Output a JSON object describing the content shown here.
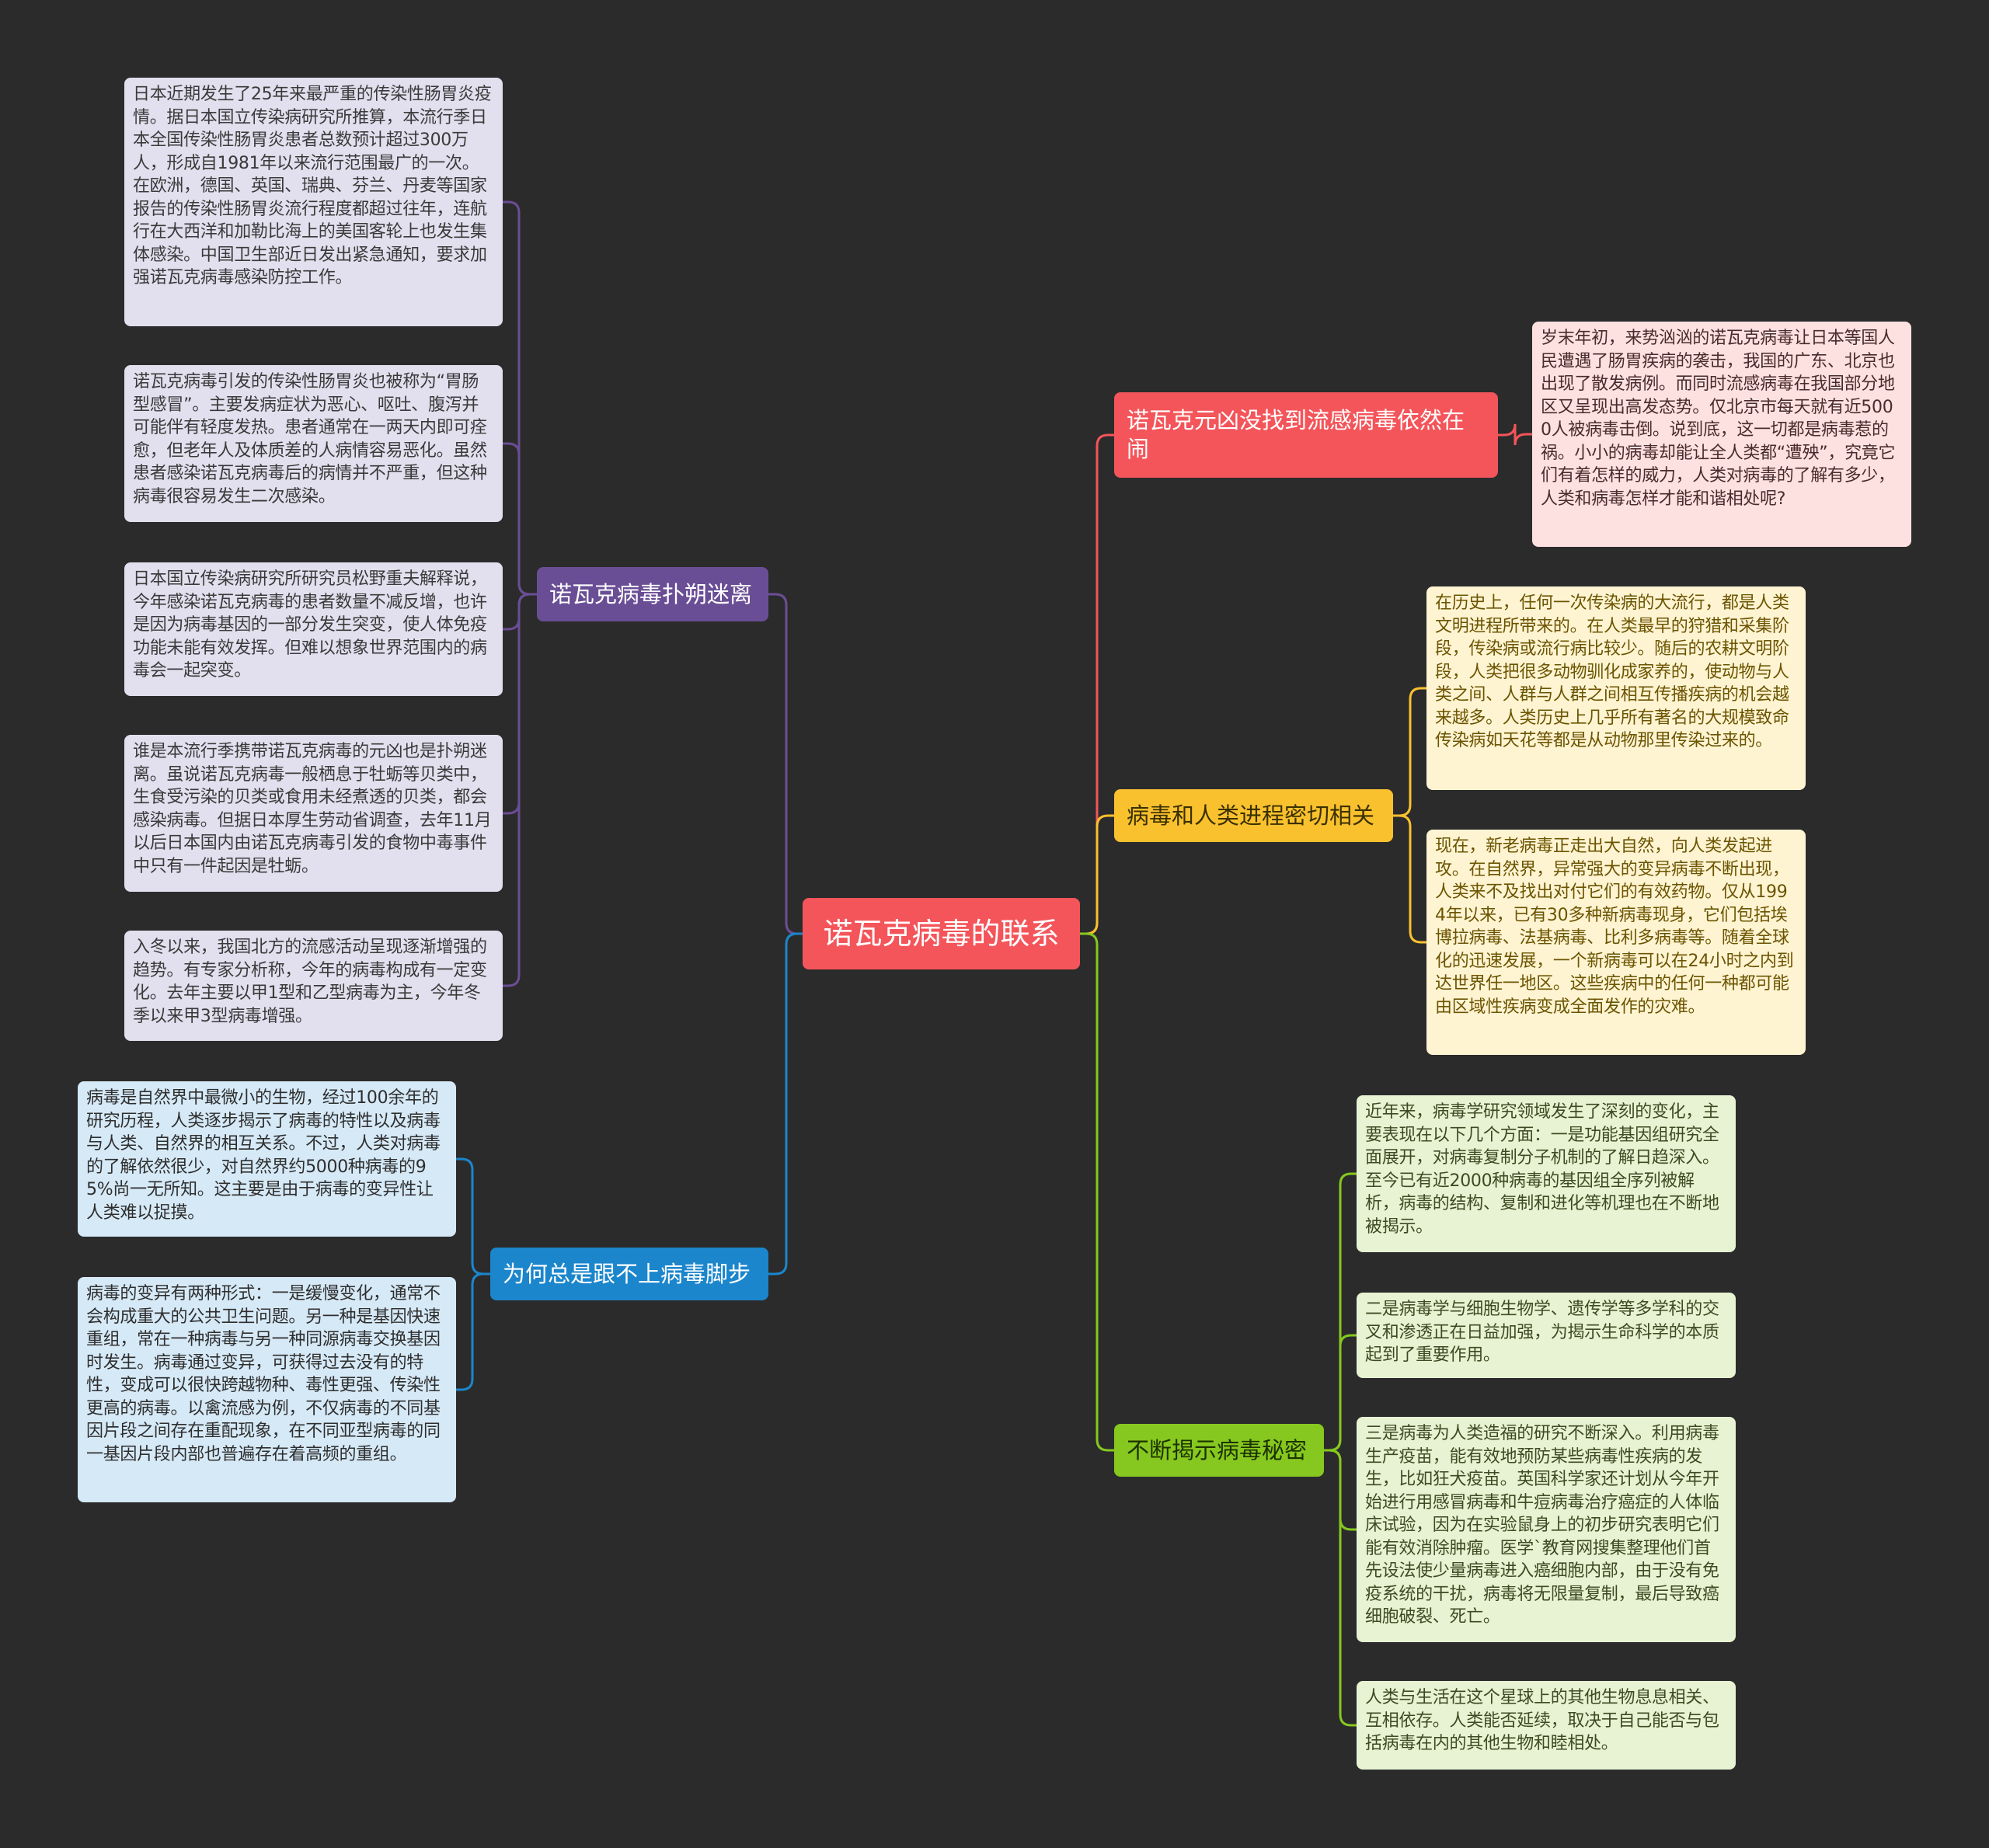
{
  "root": {
    "label": "诺瓦克病毒的联系"
  },
  "colors": {
    "background": "#2b2b2b",
    "root": "#f4555a",
    "purple": "#6a4e95",
    "blue": "#1b86cc",
    "red": "#f4555a",
    "yellow": "#f9c12e",
    "green": "#86c81f"
  },
  "branches": [
    {
      "label": "诺瓦克病毒扑朔迷离",
      "leaves": [
        "日本近期发生了25年来最严重的传染性肠胃炎疫情。据日本国立传染病研究所推算，本流行季日本全国传染性肠胃炎患者总数预计超过300万人，形成自1981年以来流行范围最广的一次。在欧洲，德国、英国、瑞典、芬兰、丹麦等国家报告的传染性肠胃炎流行程度都超过往年，连航行在大西洋和加勒比海上的美国客轮上也发生集体感染。中国卫生部近日发出紧急通知，要求加强诺瓦克病毒感染防控工作。",
        "诺瓦克病毒引发的传染性肠胃炎也被称为“胃肠型感冒”。主要发病症状为恶心、呕吐、腹泻并可能伴有轻度发热。患者通常在一两天内即可痊愈，但老年人及体质差的人病情容易恶化。虽然患者感染诺瓦克病毒后的病情并不严重，但这种病毒很容易发生二次感染。",
        "日本国立传染病研究所研究员松野重夫解释说，今年感染诺瓦克病毒的患者数量不减反增，也许是因为病毒基因的一部分发生突变，使人体免疫功能未能有效发挥。但难以想象世界范围内的病毒会一起突变。",
        "谁是本流行季携带诺瓦克病毒的元凶也是扑朔迷离。虽说诺瓦克病毒一般栖息于牡蛎等贝类中，生食受污染的贝类或食用未经煮透的贝类，都会感染病毒。但据日本厚生劳动省调查，去年11月以后日本国内由诺瓦克病毒引发的食物中毒事件中只有一件起因是牡蛎。",
        "入冬以来，我国北方的流感活动呈现逐渐增强的趋势。有专家分析称，今年的病毒构成有一定变化。去年主要以甲1型和乙型病毒为主，今年冬季以来甲3型病毒增强。"
      ]
    },
    {
      "label": "为何总是跟不上病毒脚步",
      "leaves": [
        "病毒是自然界中最微小的生物，经过100余年的研究历程，人类逐步揭示了病毒的特性以及病毒与人类、自然界的相互关系。不过，人类对病毒的了解依然很少，对自然界约5000种病毒的95%尚一无所知。这主要是由于病毒的变异性让人类难以捉摸。",
        "病毒的变异有两种形式：一是缓慢变化，通常不会构成重大的公共卫生问题。另一种是基因快速重组，常在一种病毒与另一种同源病毒交换基因时发生。病毒通过变异，可获得过去没有的特性，变成可以很快跨越物种、毒性更强、传染性更高的病毒。以禽流感为例，不仅病毒的不同基因片段之间存在重配现象，在不同亚型病毒的同一基因片段内部也普遍存在着高频的重组。"
      ]
    },
    {
      "label": "诺瓦克元凶没找到流感病毒依然在闹",
      "leaves": [
        "岁末年初，来势汹汹的诺瓦克病毒让日本等国人民遭遇了肠胃疾病的袭击，我国的广东、北京也出现了散发病例。而同时流感病毒在我国部分地区又呈现出高发态势。仅北京市每天就有近5000人被病毒击倒。说到底，这一切都是病毒惹的祸。小小的病毒却能让全人类都“遭殃”，究竟它们有着怎样的威力，人类对病毒的了解有多少，人类和病毒怎样才能和谐相处呢?"
      ]
    },
    {
      "label": "病毒和人类进程密切相关",
      "leaves": [
        "在历史上，任何一次传染病的大流行，都是人类文明进程所带来的。在人类最早的狩猎和采集阶段，传染病或流行病比较少。随后的农耕文明阶段，人类把很多动物驯化成家养的，使动物与人类之间、人群与人群之间相互传播疾病的机会越来越多。人类历史上几乎所有著名的大规模致命传染病如天花等都是从动物那里传染过来的。",
        "现在，新老病毒正走出大自然，向人类发起进攻。在自然界，异常强大的变异病毒不断出现，人类来不及找出对付它们的有效药物。仅从1994年以来，已有30多种新病毒现身，它们包括埃博拉病毒、法基病毒、比利多病毒等。随着全球化的迅速发展，一个新病毒可以在24小时之内到达世界任一地区。这些疾病中的任何一种都可能由区域性疾病变成全面发作的灾难。"
      ]
    },
    {
      "label": "不断揭示病毒秘密",
      "leaves": [
        "近年来，病毒学研究领域发生了深刻的变化，主要表现在以下几个方面：一是功能基因组研究全面展开，对病毒复制分子机制的了解日趋深入。至今已有近2000种病毒的基因组全序列被解析，病毒的结构、复制和进化等机理也在不断地被揭示。",
        "二是病毒学与细胞生物学、遗传学等多学科的交叉和渗透正在日益加强，为揭示生命科学的本质起到了重要作用。",
        "三是病毒为人类造福的研究不断深入。利用病毒生产疫苗，能有效地预防某些病毒性疾病的发生，比如狂犬疫苗。英国科学家还计划从今年开始进行用感冒病毒和牛痘病毒治疗癌症的人体临床试验，因为在实验鼠身上的初步研究表明它们能有效消除肿瘤。医学`教育网搜集整理他们首先设法使少量病毒进入癌细胞内部，由于没有免疫系统的干扰，病毒将无限量复制，最后导致癌细胞破裂、死亡。",
        "人类与生活在这个星球上的其他生物息息相关、互相依存。人类能否延续，取决于自己能否与包括病毒在内的其他生物和睦相处。"
      ]
    }
  ]
}
